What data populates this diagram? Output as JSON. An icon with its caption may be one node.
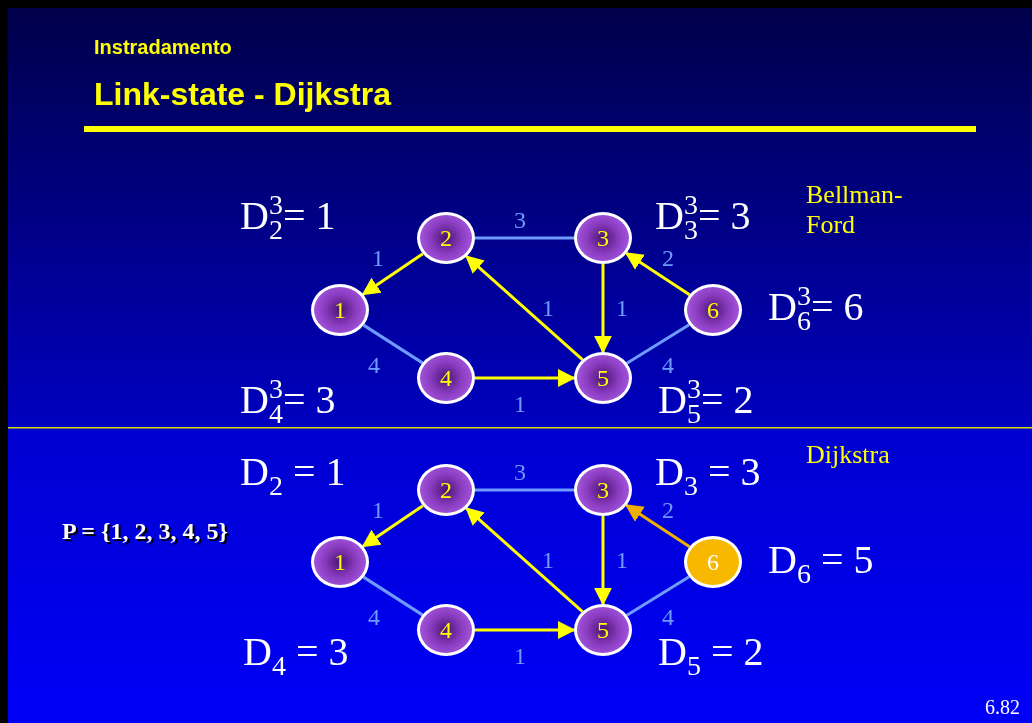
{
  "diagram": {
    "title": "Link-state -  Dijkstra",
    "nodes": [
      {
        "text": [
          "1"
        ]
      },
      {
        "text": [
          "2"
        ]
      },
      {
        "text": [
          "3"
        ]
      },
      {
        "text": [
          "4"
        ]
      },
      {
        "text": [
          "5"
        ]
      },
      {
        "text": [
          "6"
        ]
      },
      {
        "text": [
          "1"
        ]
      },
      {
        "text": [
          "2"
        ]
      },
      {
        "text": [
          "3"
        ]
      },
      {
        "text": [
          "4"
        ]
      },
      {
        "text": [
          "5"
        ]
      },
      {
        "text": [
          "6"
        ]
      }
    ],
    "edges": [
      {
        "from": 1,
        "to": 0,
        "arrow": "to",
        "label": "1"
      },
      {
        "from": 1,
        "to": 2,
        "arrow": "none",
        "label": "3",
        "color": "#6f9bff"
      },
      {
        "from": 4,
        "to": 1,
        "arrow": "to",
        "label": "1"
      },
      {
        "from": 2,
        "to": 4,
        "arrow": "to",
        "label": "1"
      },
      {
        "from": 5,
        "to": 2,
        "arrow": "to",
        "label": "2"
      },
      {
        "from": 0,
        "to": 3,
        "arrow": "none",
        "label": "4",
        "color": "#6f9bff"
      },
      {
        "from": 3,
        "to": 4,
        "arrow": "to",
        "label": "1"
      },
      {
        "from": 5,
        "to": 4,
        "arrow": "none",
        "label": "4",
        "color": "#6f9bff"
      },
      {
        "from": 7,
        "to": 6,
        "arrow": "to",
        "label": "1"
      },
      {
        "from": 7,
        "to": 8,
        "arrow": "none",
        "label": "3",
        "color": "#6f9bff"
      },
      {
        "from": 10,
        "to": 7,
        "arrow": "to",
        "label": "1"
      },
      {
        "from": 8,
        "to": 10,
        "arrow": "to",
        "label": "1"
      },
      {
        "from": 11,
        "to": 8,
        "arrow": "to",
        "label": "2",
        "color": "#f0b000"
      },
      {
        "from": 6,
        "to": 9,
        "arrow": "none",
        "label": "4",
        "color": "#6f9bff"
      },
      {
        "from": 9,
        "to": 10,
        "arrow": "to",
        "label": "1"
      },
      {
        "from": 11,
        "to": 10,
        "arrow": "none",
        "label": "4",
        "color": "#6f9bff"
      }
    ],
    "labels": [
      "Instradamento",
      "D$_{2}$$^{3}$= 1",
      "D$_{3}$$^{3}$= 3",
      "Bellman- Ford",
      "D$_{6}$$^{3}$= 6",
      "D$_{4}$$^{3}$= 3",
      "D$_{5}$$^{3}$= 2",
      "Dijkstra",
      "D$_{2}$ = 1",
      "D$_{3}$ = 3",
      "P = {1, 2, 3, 4, 5}",
      "D$_{6}$ = 5",
      "D$_{4}$ = 3",
      "D$_{5}$ = 2",
      "6.82"
    ]
  }
}
